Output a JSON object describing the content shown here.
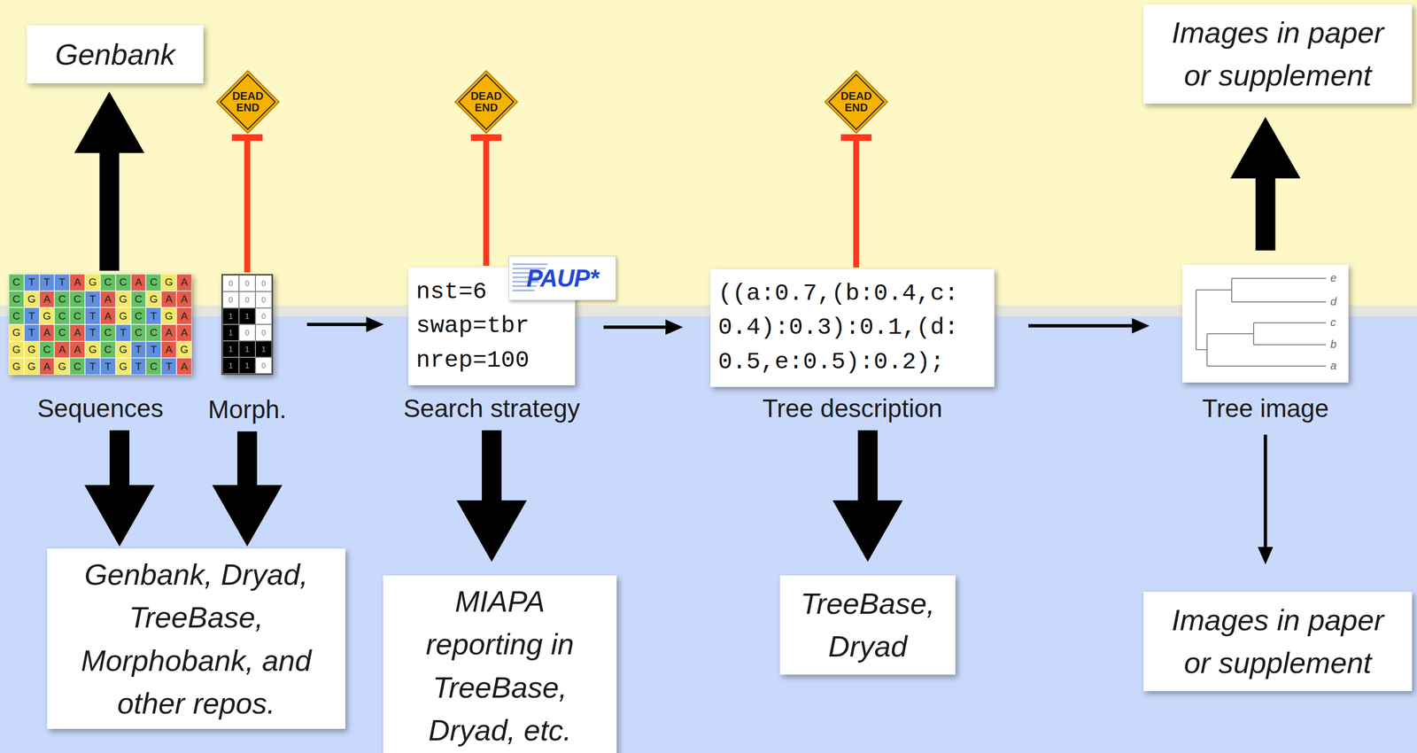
{
  "diagram": {
    "nodes": [
      {
        "text": [
          "Genbank"
        ]
      },
      {
        "text": [
          "Images in paper or supplement"
        ]
      },
      {
        "text": [
          "DEAD END"
        ]
      },
      {
        "text": [
          "DEAD END"
        ]
      },
      {
        "text": [
          "DEAD END"
        ]
      },
      {
        "text": [
          "CTTTAGCCACGA",
          "CGACCTAGCGAA",
          "CTGCCTAGCTGA",
          "GTACATCTCCAA",
          "GGCAAGCGTTAG",
          "GGAGCTTGTCTA",
          "Sequences"
        ]
      },
      {
        "text": [
          "000",
          "000",
          "110",
          "100",
          "111",
          "110",
          "Morph."
        ]
      },
      {
        "text": [
          "nst=6 swap=tbr nrep=100",
          "Search strategy"
        ]
      },
      {
        "text": [
          "((a:0.7,(b:0.4,c: 0.4):0.3):0.1,(d: 0.5,e:0.5):0.2);",
          "Tree description"
        ]
      },
      {
        "text": [
          "e",
          "d",
          "c",
          "b",
          "a",
          "Tree image"
        ]
      },
      {
        "text": [
          "Genbank, Dryad, TreeBase, Morphobank, and other repos."
        ]
      },
      {
        "text": [
          "MIAPA reporting in TreeBase, Dryad, etc."
        ]
      },
      {
        "text": [
          "TreeBase, Dryad"
        ]
      },
      {
        "text": [
          "Images in paper or supplement"
        ]
      }
    ],
    "edges": [
      {
        "from": 5,
        "to": 0,
        "arrow": "to"
      },
      {
        "from": 5,
        "to": 10,
        "arrow": "to"
      },
      {
        "from": 6,
        "to": 2,
        "arrow": "none"
      },
      {
        "from": 6,
        "to": 10,
        "arrow": "to"
      },
      {
        "from": 6,
        "to": 7,
        "arrow": "to"
      },
      {
        "from": 7,
        "to": 3,
        "arrow": "none"
      },
      {
        "from": 7,
        "to": 11,
        "arrow": "to"
      },
      {
        "from": 7,
        "to": 8,
        "arrow": "to"
      },
      {
        "from": 8,
        "to": 4,
        "arrow": "none"
      },
      {
        "from": 8,
        "to": 12,
        "arrow": "to"
      },
      {
        "from": 8,
        "to": 9,
        "arrow": "to"
      },
      {
        "from": 9,
        "to": 1,
        "arrow": "to"
      },
      {
        "from": 9,
        "to": 13,
        "arrow": "to"
      }
    ],
    "labels": [
      "PAUP*"
    ]
  }
}
